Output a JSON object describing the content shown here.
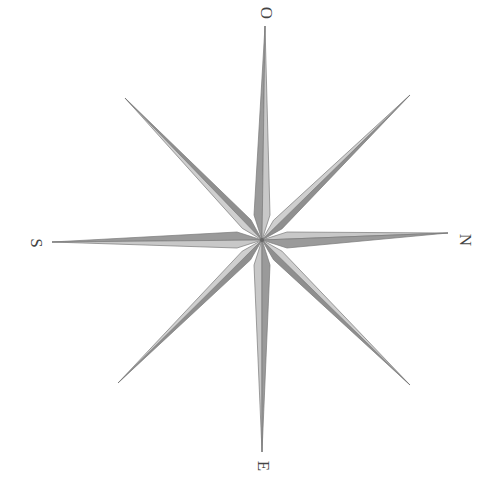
{
  "diagram": {
    "labels": [
      "O",
      "S",
      "N",
      "E"
    ]
  }
}
